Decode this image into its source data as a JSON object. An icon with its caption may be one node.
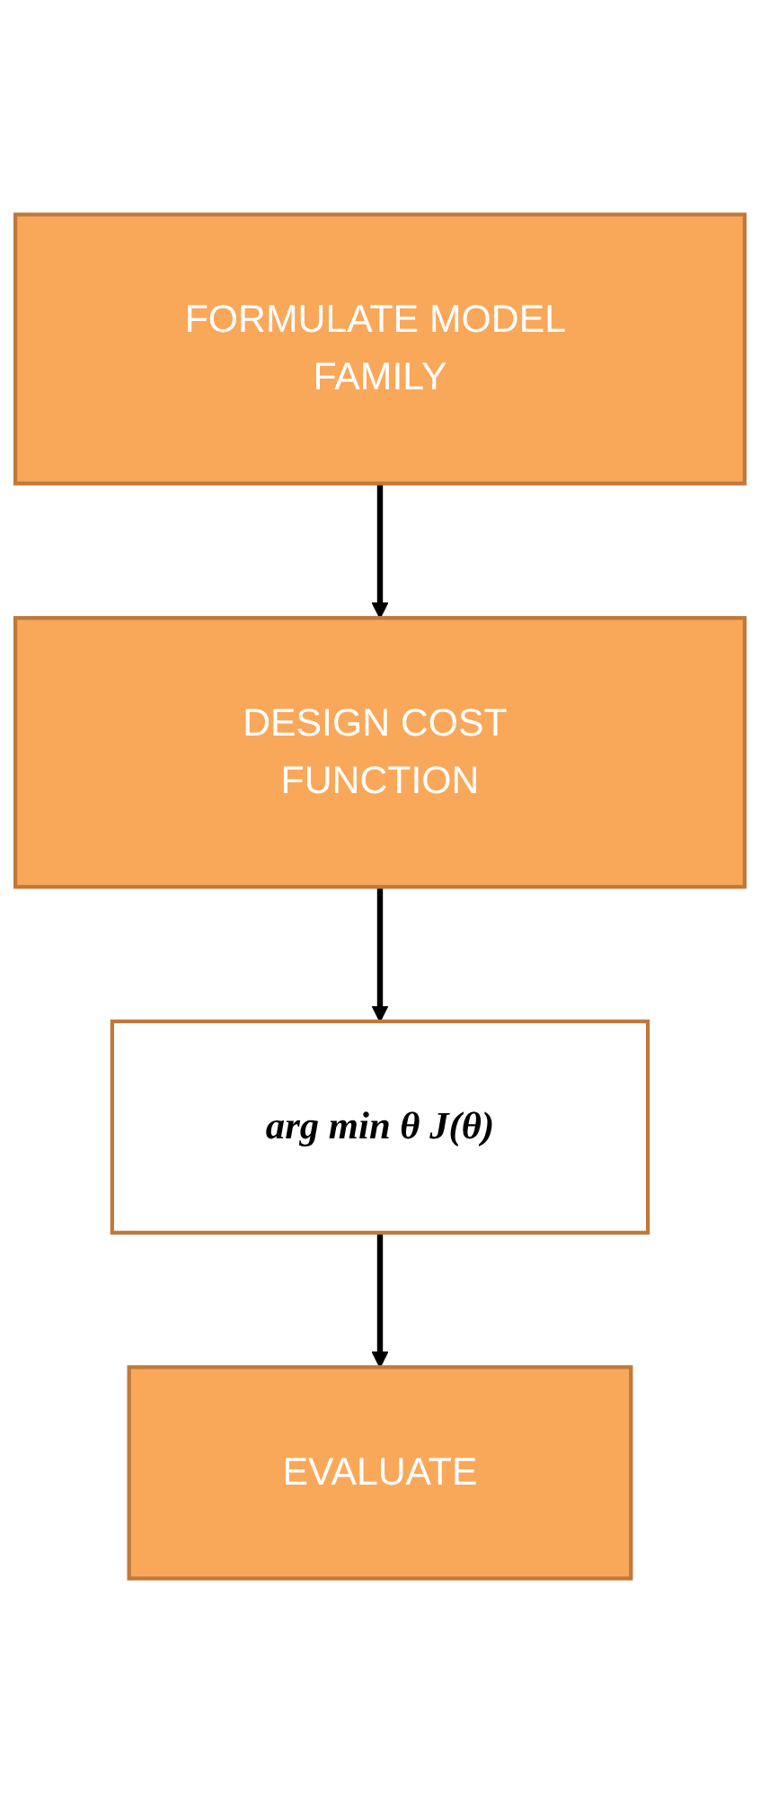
{
  "diagram": {
    "nodes": [
      {
        "text": [
          "FORMULATE MODEL FAMILY"
        ]
      },
      {
        "text": [
          "DESIGN COST FUNCTION"
        ]
      },
      {
        "text": [
          "arg min θ J(θ)"
        ]
      },
      {
        "text": [
          "EVALUATE"
        ]
      }
    ],
    "edges": [
      {
        "from": 0,
        "to": 1,
        "arrow": "to"
      },
      {
        "from": 1,
        "to": 2,
        "arrow": "to"
      },
      {
        "from": 2,
        "to": 3,
        "arrow": "to"
      }
    ]
  }
}
